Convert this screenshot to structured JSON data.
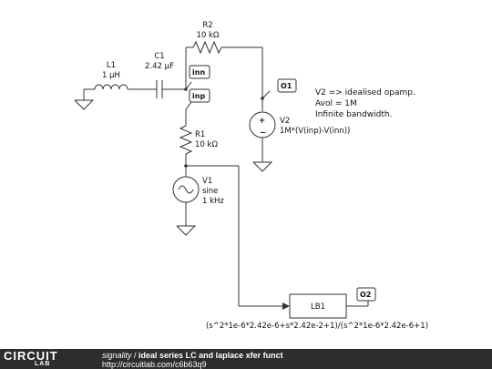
{
  "components": {
    "l1": {
      "name": "L1",
      "value": "1 µH"
    },
    "c1": {
      "name": "C1",
      "value": "2.42 µF"
    },
    "r2": {
      "name": "R2",
      "value": "10 kΩ"
    },
    "r1": {
      "name": "R1",
      "value": "10 kΩ"
    },
    "v2": {
      "name": "V2",
      "value": "1M*(V(inp)-V(inn))"
    },
    "v1": {
      "name": "V1",
      "type": "sine",
      "freq": "1 kHz"
    },
    "lb1": {
      "name": "LB1",
      "expr": "(s^2*1e-6*2.42e-6+s*2.42e-2+1)/(s^2*1e-6*2.42e-6+1)"
    }
  },
  "nodes": {
    "inn": "inn",
    "inp": "inp",
    "o1": "O1",
    "o2": "O2"
  },
  "note": {
    "line1": "V2 => idealised opamp.",
    "line2": "Avol = 1M",
    "line3": "Infinite bandwidth."
  },
  "footer": {
    "logo_top": "CIRCUIT",
    "logo_bottom": "LAB",
    "author": "signality",
    "separator": " / ",
    "title": "ideal series LC and laplace xfer funct",
    "url": "http://circuitlab.com/c6b63q9"
  }
}
